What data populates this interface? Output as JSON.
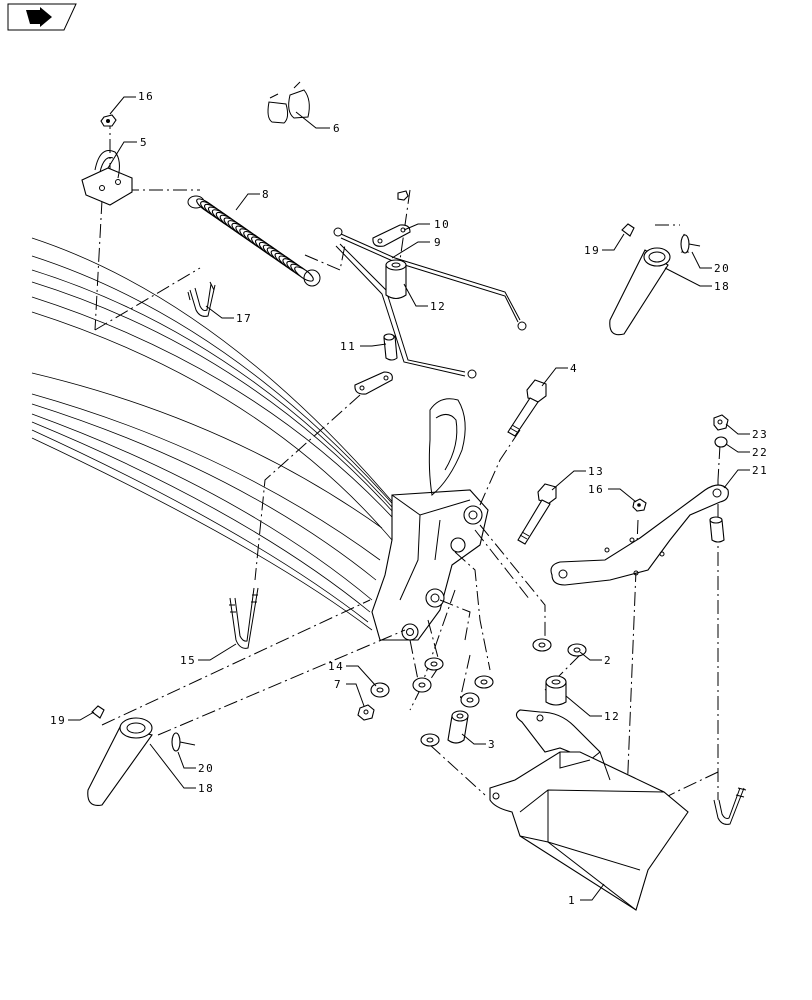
{
  "diagram": {
    "callouts": [
      {
        "id": "c16a",
        "text": "16"
      },
      {
        "id": "c6",
        "text": "6"
      },
      {
        "id": "c5",
        "text": "5"
      },
      {
        "id": "c8",
        "text": "8"
      },
      {
        "id": "c10",
        "text": "10"
      },
      {
        "id": "c9",
        "text": "9"
      },
      {
        "id": "c19a",
        "text": "19"
      },
      {
        "id": "c20a",
        "text": "20"
      },
      {
        "id": "c18a",
        "text": "18"
      },
      {
        "id": "c12a",
        "text": "12"
      },
      {
        "id": "c17",
        "text": "17"
      },
      {
        "id": "c11",
        "text": "11"
      },
      {
        "id": "c4",
        "text": "4"
      },
      {
        "id": "c23",
        "text": "23"
      },
      {
        "id": "c22",
        "text": "22"
      },
      {
        "id": "c21",
        "text": "21"
      },
      {
        "id": "c13",
        "text": "13"
      },
      {
        "id": "c16b",
        "text": "16"
      },
      {
        "id": "c15",
        "text": "15"
      },
      {
        "id": "c2",
        "text": "2"
      },
      {
        "id": "c14",
        "text": "14"
      },
      {
        "id": "c7",
        "text": "7"
      },
      {
        "id": "c12b",
        "text": "12"
      },
      {
        "id": "c19b",
        "text": "19"
      },
      {
        "id": "c3",
        "text": "3"
      },
      {
        "id": "c20b",
        "text": "20"
      },
      {
        "id": "c18b",
        "text": "18"
      },
      {
        "id": "c1",
        "text": "1"
      }
    ]
  }
}
